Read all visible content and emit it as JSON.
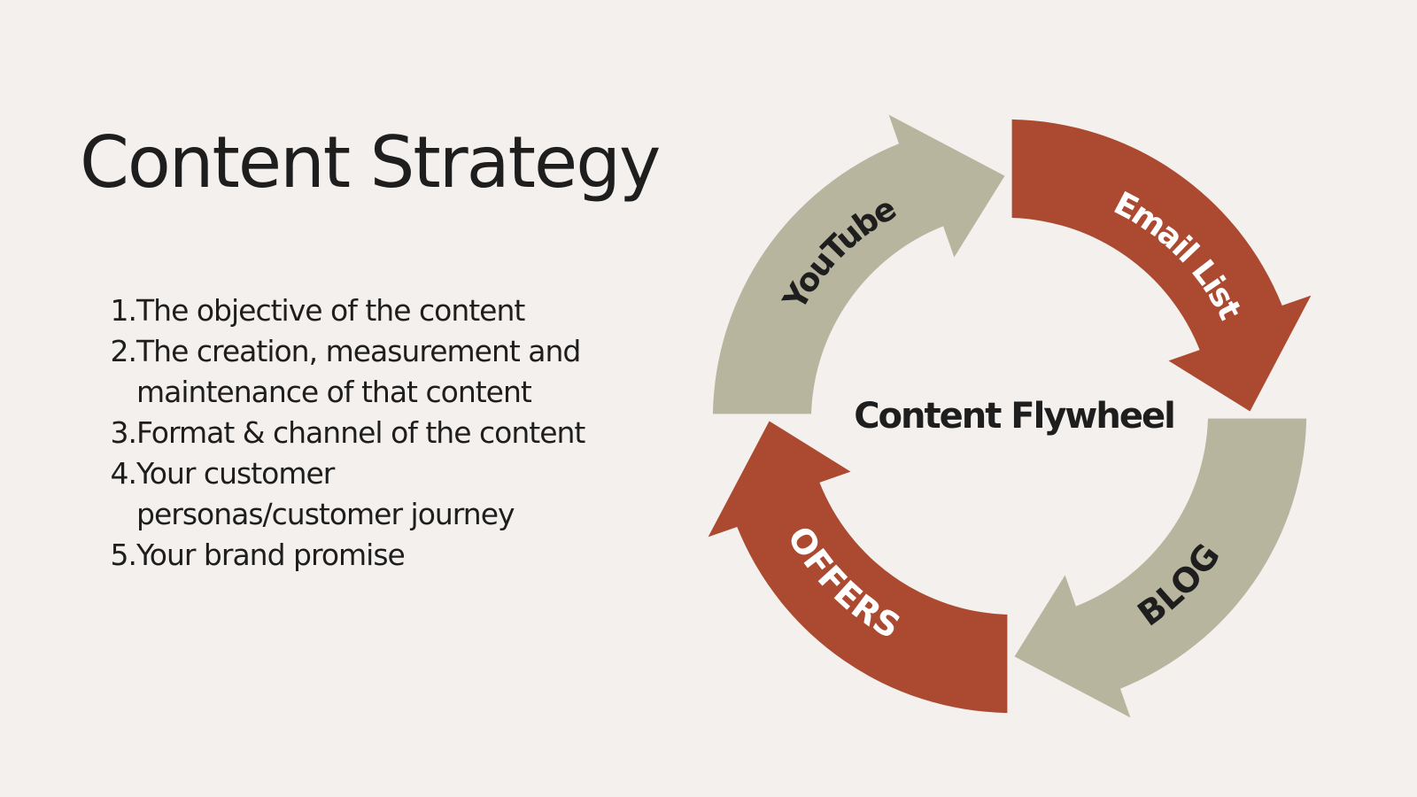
{
  "slide": {
    "title": "Content Strategy",
    "points": [
      {
        "num": "1.",
        "text": "The objective of the content"
      },
      {
        "num": "2.",
        "text": "The creation, measurement and maintenance of that content"
      },
      {
        "num": "3.",
        "text": "Format & channel of the content"
      },
      {
        "num": "4.",
        "text": "Your customer personas/customer journey"
      },
      {
        "num": "5.",
        "text": "Your brand promise"
      }
    ]
  },
  "flywheel": {
    "center_label": "Content Flywheel",
    "segments": [
      {
        "label": "YouTube",
        "color": "#b7b59e"
      },
      {
        "label": "Email List",
        "color": "#ab4a30"
      },
      {
        "label": "BLOG",
        "color": "#b7b59e"
      },
      {
        "label": "OFFERS",
        "color": "#ab4a30"
      }
    ]
  },
  "colors": {
    "background": "#f3f0ed",
    "text": "#1e1e1e",
    "label_on_rust": "#ffffff",
    "label_on_gray": "#1e1e1e"
  }
}
